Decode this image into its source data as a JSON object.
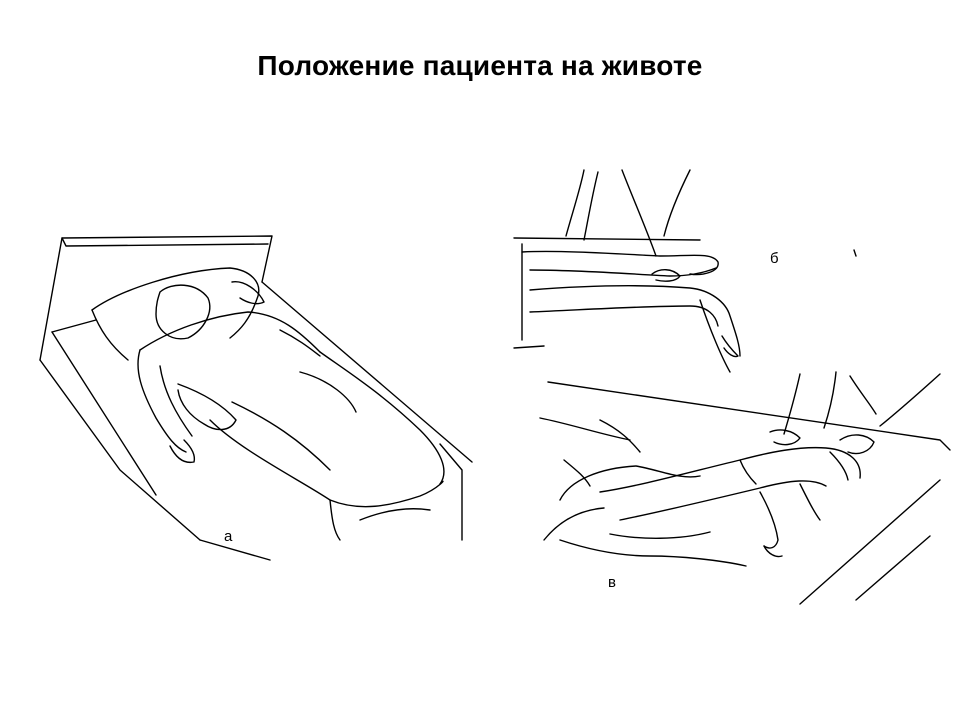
{
  "slide": {
    "title": "Положение пациента на животе",
    "figures": [
      {
        "label": "а"
      },
      {
        "label": "б"
      },
      {
        "label": "в"
      }
    ]
  }
}
